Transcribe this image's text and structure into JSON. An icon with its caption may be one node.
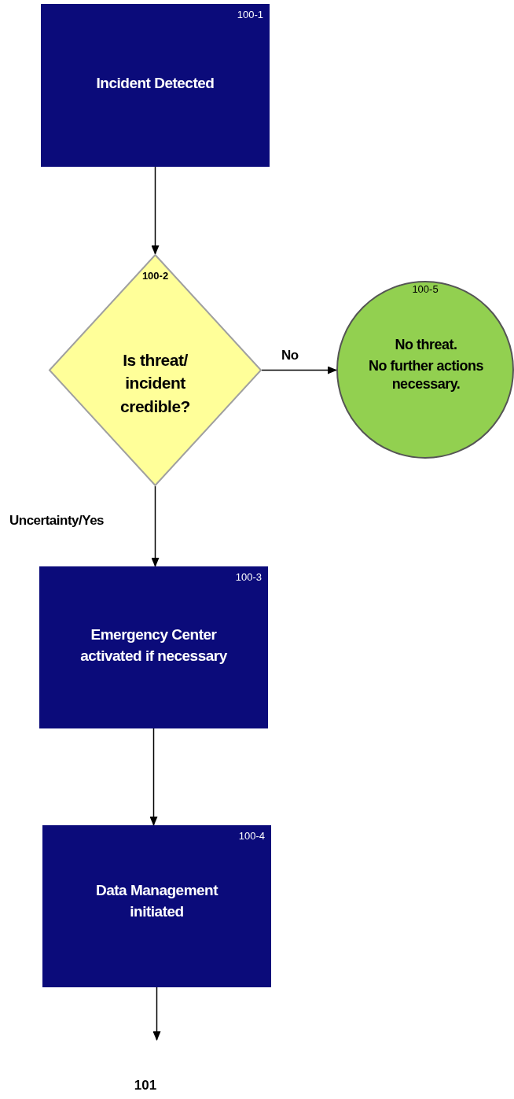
{
  "diagram": {
    "nodes": [
      {
        "text": [
          "100-1",
          "Incident Detected"
        ]
      },
      {
        "text": [
          "100-2",
          "Is threat/ incident credible?"
        ]
      },
      {
        "text": [
          "100-5",
          "No threat.",
          "No further actions necessary."
        ]
      },
      {
        "text": [
          "100-3",
          "Emergency Center activated if necessary"
        ]
      },
      {
        "text": [
          "100-4",
          "Data Management initiated"
        ]
      },
      {
        "text": [
          "101"
        ]
      }
    ],
    "edges": [
      {
        "from": 0,
        "to": 1,
        "arrow": "to"
      },
      {
        "from": 1,
        "to": 2,
        "arrow": "to",
        "label": "No"
      },
      {
        "from": 1,
        "to": 3,
        "arrow": "to",
        "label": "Uncertainty/Yes"
      },
      {
        "from": 3,
        "to": 4,
        "arrow": "to"
      },
      {
        "from": 4,
        "to": 5,
        "arrow": "to"
      }
    ]
  }
}
